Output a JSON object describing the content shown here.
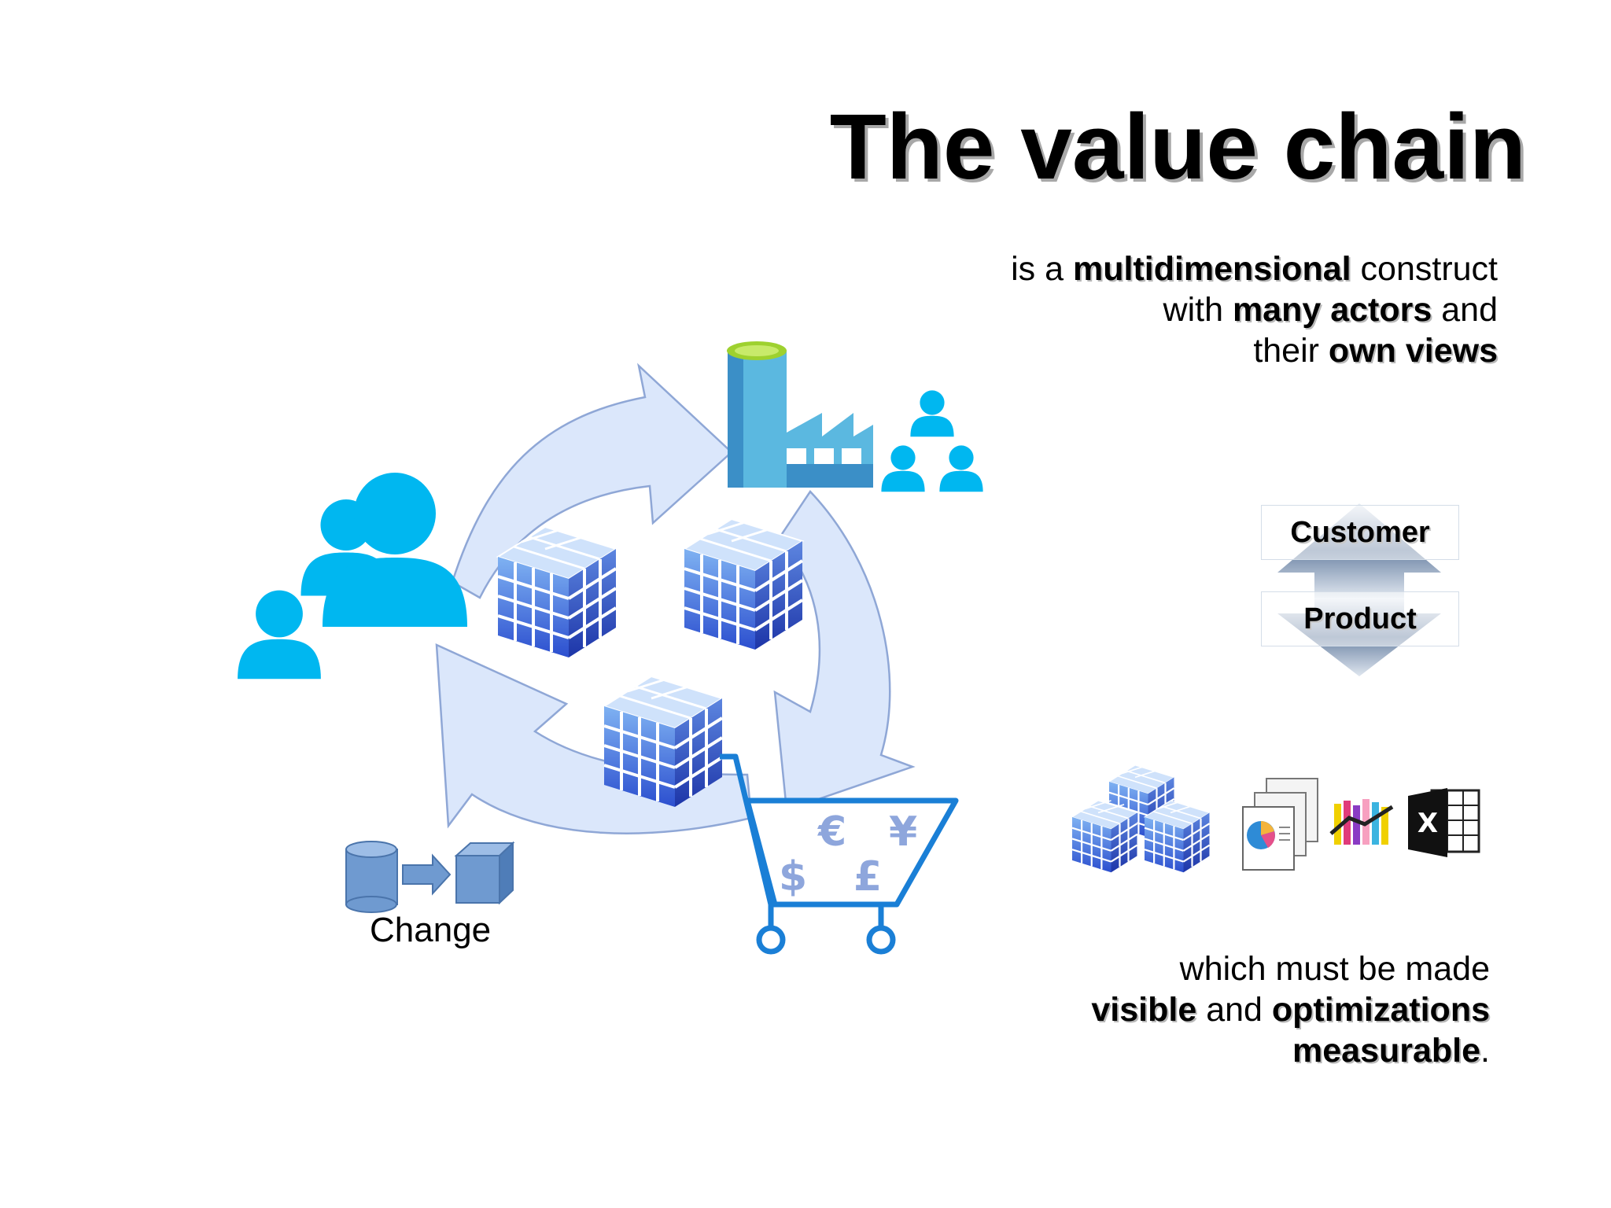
{
  "title": "The value chain",
  "tagline": {
    "line1_pre": "is a ",
    "line1_bold": "multidimensional",
    "line1_post": " construct",
    "line2_pre": "with ",
    "line2_bold": "many actors",
    "line2_post": " and",
    "line3_pre": "their ",
    "line3_bold": "own views"
  },
  "dimensions": {
    "top": "Customer",
    "bottom": "Product"
  },
  "change_label": "Change",
  "cart_currencies": [
    "€",
    "¥",
    "$",
    "£"
  ],
  "closing": {
    "line1": "which must be made",
    "line2_bold1": "visible",
    "line2_mid": " and ",
    "line2_bold2": "optimizations",
    "line3_bold": "measurable",
    "line3_post": "."
  },
  "icons": {
    "people_left": "people-group-icon",
    "factory": "factory-icon",
    "org_chart": "org-chart-icon",
    "cart": "shopping-cart-icon",
    "cubes": "olap-cube-icon",
    "change": "database-to-cube-icon",
    "reports": "report-icon",
    "chart": "bar-line-chart-icon",
    "excel": "excel-icon"
  },
  "colors": {
    "people": "#00b7f0",
    "arrow_fill": "#dbe7fb",
    "arrow_stroke": "#8fa7d6",
    "factory_dark": "#3b8fc7",
    "factory_light": "#5bb8e0",
    "factory_top": "#9ed12f",
    "cart": "#1a7fd6",
    "currency": "#8ea6dc",
    "cube_blue": "#3a62d8"
  }
}
